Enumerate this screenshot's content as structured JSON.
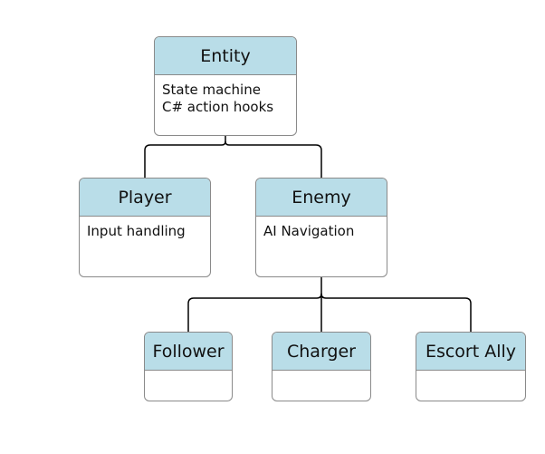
{
  "diagram": {
    "type": "class-hierarchy",
    "colors": {
      "header_fill": "#b9dde8",
      "border": "#8a8a8a",
      "connector": "#000000"
    },
    "nodes": {
      "entity": {
        "title": "Entity",
        "lines": [
          "State machine",
          "C# action hooks"
        ]
      },
      "player": {
        "title": "Player",
        "lines": [
          "Input handling"
        ]
      },
      "enemy": {
        "title": "Enemy",
        "lines": [
          "AI Navigation"
        ]
      },
      "follower": {
        "title": "Follower",
        "lines": []
      },
      "charger": {
        "title": "Charger",
        "lines": []
      },
      "escort_ally": {
        "title": "Escort Ally",
        "lines": []
      }
    },
    "edges": [
      {
        "from": "entity",
        "to": "player"
      },
      {
        "from": "entity",
        "to": "enemy"
      },
      {
        "from": "enemy",
        "to": "follower"
      },
      {
        "from": "enemy",
        "to": "charger"
      },
      {
        "from": "enemy",
        "to": "escort_ally"
      }
    ]
  }
}
